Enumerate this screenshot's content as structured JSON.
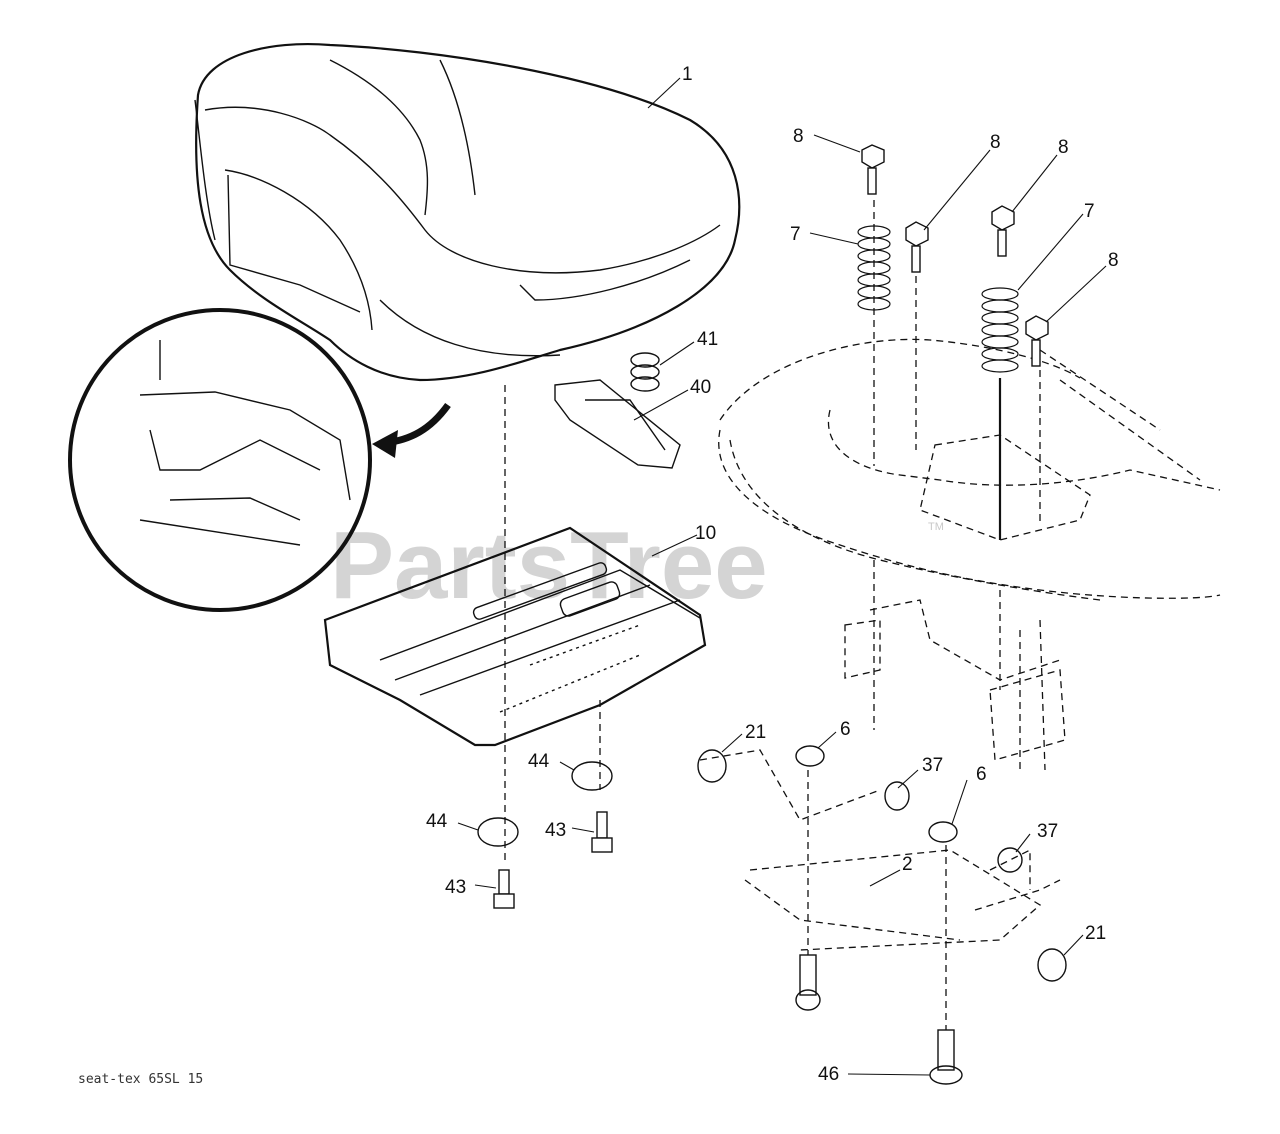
{
  "diagram": {
    "caption": "seat-tex 65SL 15",
    "watermark": "PartsTree",
    "watermark_mark": "TM",
    "callouts": [
      "1",
      "8",
      "8",
      "8",
      "7",
      "7",
      "8",
      "41",
      "40",
      "10",
      "21",
      "6",
      "37",
      "6",
      "37",
      "2",
      "21",
      "44",
      "44",
      "43",
      "43",
      "46"
    ]
  }
}
